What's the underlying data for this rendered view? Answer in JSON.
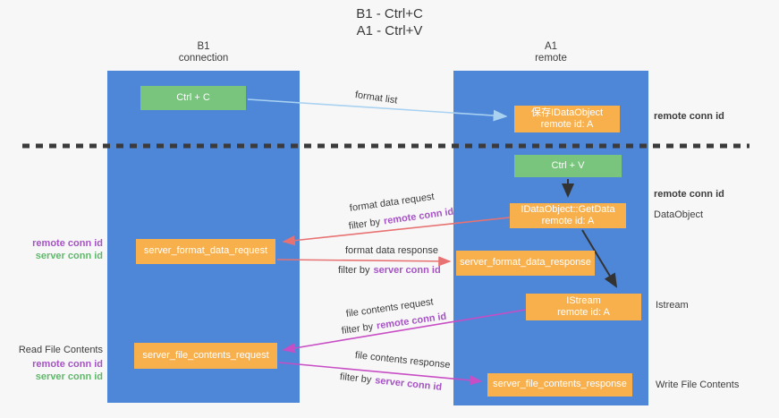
{
  "title": {
    "line1": "B1 - Ctrl+C",
    "line2": "A1 - Ctrl+V"
  },
  "lanes": {
    "left": {
      "name": "B1",
      "role": "connection"
    },
    "right": {
      "name": "A1",
      "role": "remote"
    }
  },
  "nodes": {
    "ctrl_c": {
      "label": "Ctrl + C"
    },
    "ctrl_v": {
      "label": "Ctrl + V"
    },
    "save_idataobject": {
      "line1": "保存IDataObject",
      "line2": "remote id: A"
    },
    "getdata": {
      "line1": "IDataObject::GetData",
      "line2": "remote id: A"
    },
    "istream": {
      "line1": "IStream",
      "line2": "remote id: A"
    },
    "format_request": {
      "label": "server_format_data_request"
    },
    "format_response": {
      "label": "server_format_data_response"
    },
    "file_request": {
      "label": "server_file_contents_request"
    },
    "file_response": {
      "label": "server_file_contents_response"
    }
  },
  "edge_labels": {
    "format_list": "format list",
    "format_data_request": "format data request",
    "format_data_response": "format data response",
    "file_contents_request": "file contents request",
    "file_contents_response": "file contents response",
    "filter_by": "filter by",
    "remote_conn_id": "remote conn id",
    "server_conn_id": "server conn id"
  },
  "annotations": {
    "right_remote_conn_id_top": "remote conn id",
    "right_remote_conn_id_mid": "remote conn id",
    "right_dataobject": "DataObject",
    "right_istream": "Istream",
    "right_write_file_contents": "Write File Contents",
    "left_remote_conn_id_top": "remote conn id",
    "left_server_conn_id_top": "server conn id",
    "left_read_file_contents": "Read File Contents",
    "left_remote_conn_id_bottom": "remote conn id",
    "left_server_conn_id_bottom": "server conn id"
  },
  "colors": {
    "lane_blue": "#4e86d8",
    "node_green": "#7ac57d",
    "node_orange": "#f8b04d",
    "arrow_light_blue": "#a8d2f0",
    "arrow_red": "#e87272",
    "arrow_magenta": "#c74ec4",
    "arrow_black": "#333333",
    "text_purple": "#a653c4",
    "text_green": "#5fb869",
    "text_dark": "#3c3c3c",
    "dashed_line": "#3b3b3b",
    "background": "#f7f7f8"
  }
}
